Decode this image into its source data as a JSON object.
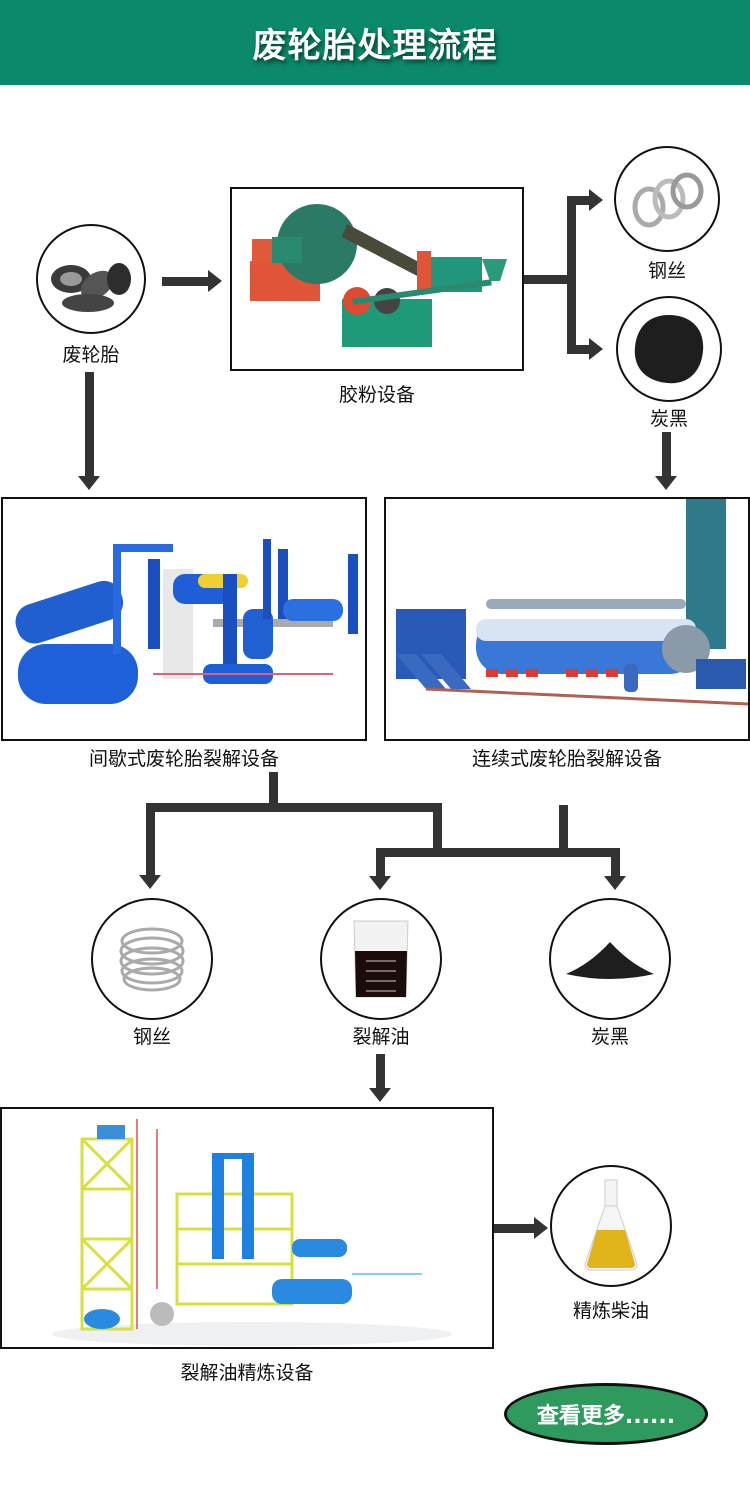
{
  "header": {
    "title": "废轮胎处理流程"
  },
  "colors": {
    "header_bg": "#0a8a6a",
    "button_bg": "#2e9a5e",
    "arrow": "#333333"
  },
  "nodes": {
    "waste_tire": {
      "label": "废轮胎",
      "icon": "tire-pile-icon"
    },
    "rubber_powder_equipment": {
      "label": "胶粉设备",
      "icon": "tire-shredder-machine-image"
    },
    "steel_wire_top": {
      "label": "钢丝",
      "icon": "steel-wire-coil-icon"
    },
    "carbon_black_top": {
      "label": "炭黑",
      "icon": "carbon-black-icon"
    },
    "batch_pyrolysis": {
      "label": "间歇式废轮胎裂解设备",
      "icon": "batch-pyrolysis-plant-image"
    },
    "continuous_pyrolysis": {
      "label": "连续式废轮胎裂解设备",
      "icon": "continuous-pyrolysis-plant-image"
    },
    "steel_wire_bottom": {
      "label": "钢丝",
      "icon": "steel-wire-coil-icon"
    },
    "pyrolysis_oil": {
      "label": "裂解油",
      "icon": "oil-beaker-icon"
    },
    "carbon_black_bottom": {
      "label": "炭黑",
      "icon": "carbon-black-pile-icon"
    },
    "oil_refining_equipment": {
      "label": "裂解油精炼设备",
      "icon": "oil-refinery-plant-image"
    },
    "refined_diesel": {
      "label": "精炼柴油",
      "icon": "diesel-flask-icon"
    }
  },
  "more_button": {
    "label": "查看更多......"
  }
}
